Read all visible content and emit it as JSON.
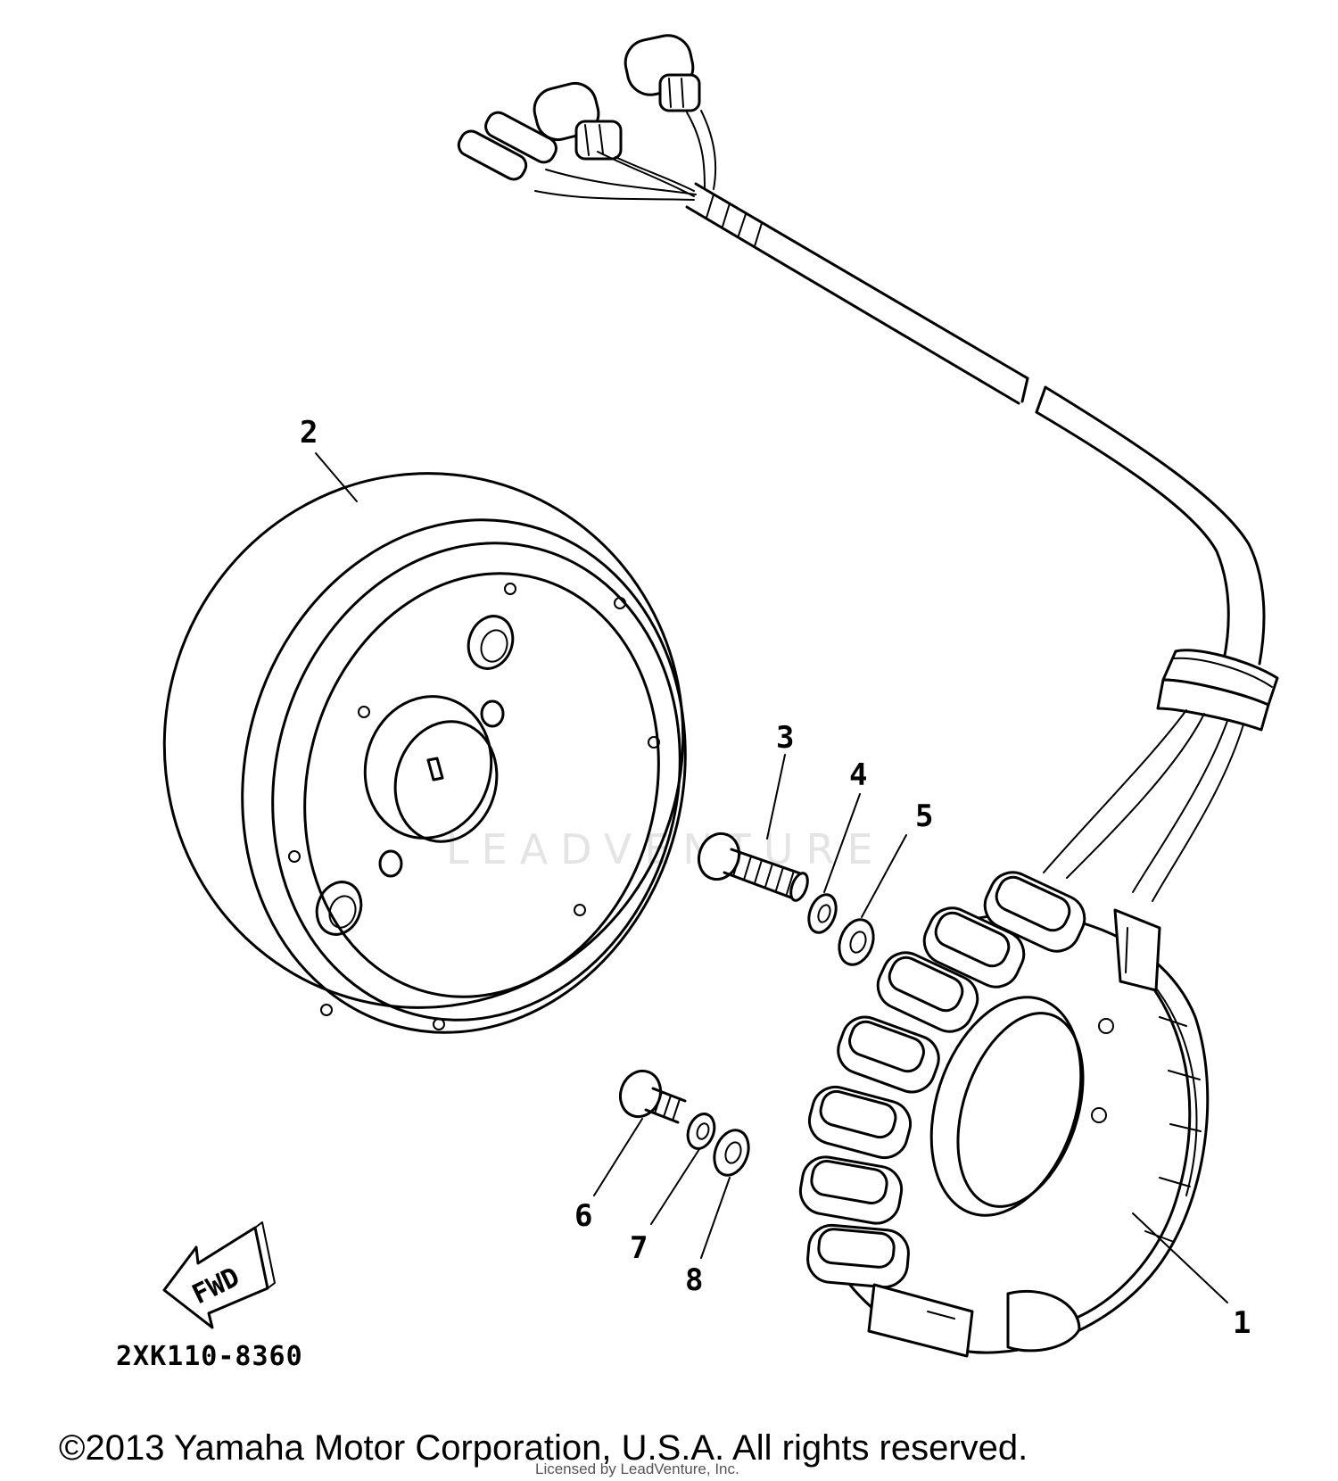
{
  "diagram": {
    "callouts": {
      "c1": "1",
      "c2": "2",
      "c3": "3",
      "c4": "4",
      "c5": "5",
      "c6": "6",
      "c7": "7",
      "c8": "8"
    },
    "fwd_label": "FWD",
    "code": "2XK110-8360",
    "watermark": "LEADVENTURE"
  },
  "footer": {
    "copyright": "©2013 Yamaha Motor Corporation, U.S.A. All rights reserved.",
    "licensed": "Licensed by LeadVenture, Inc."
  }
}
